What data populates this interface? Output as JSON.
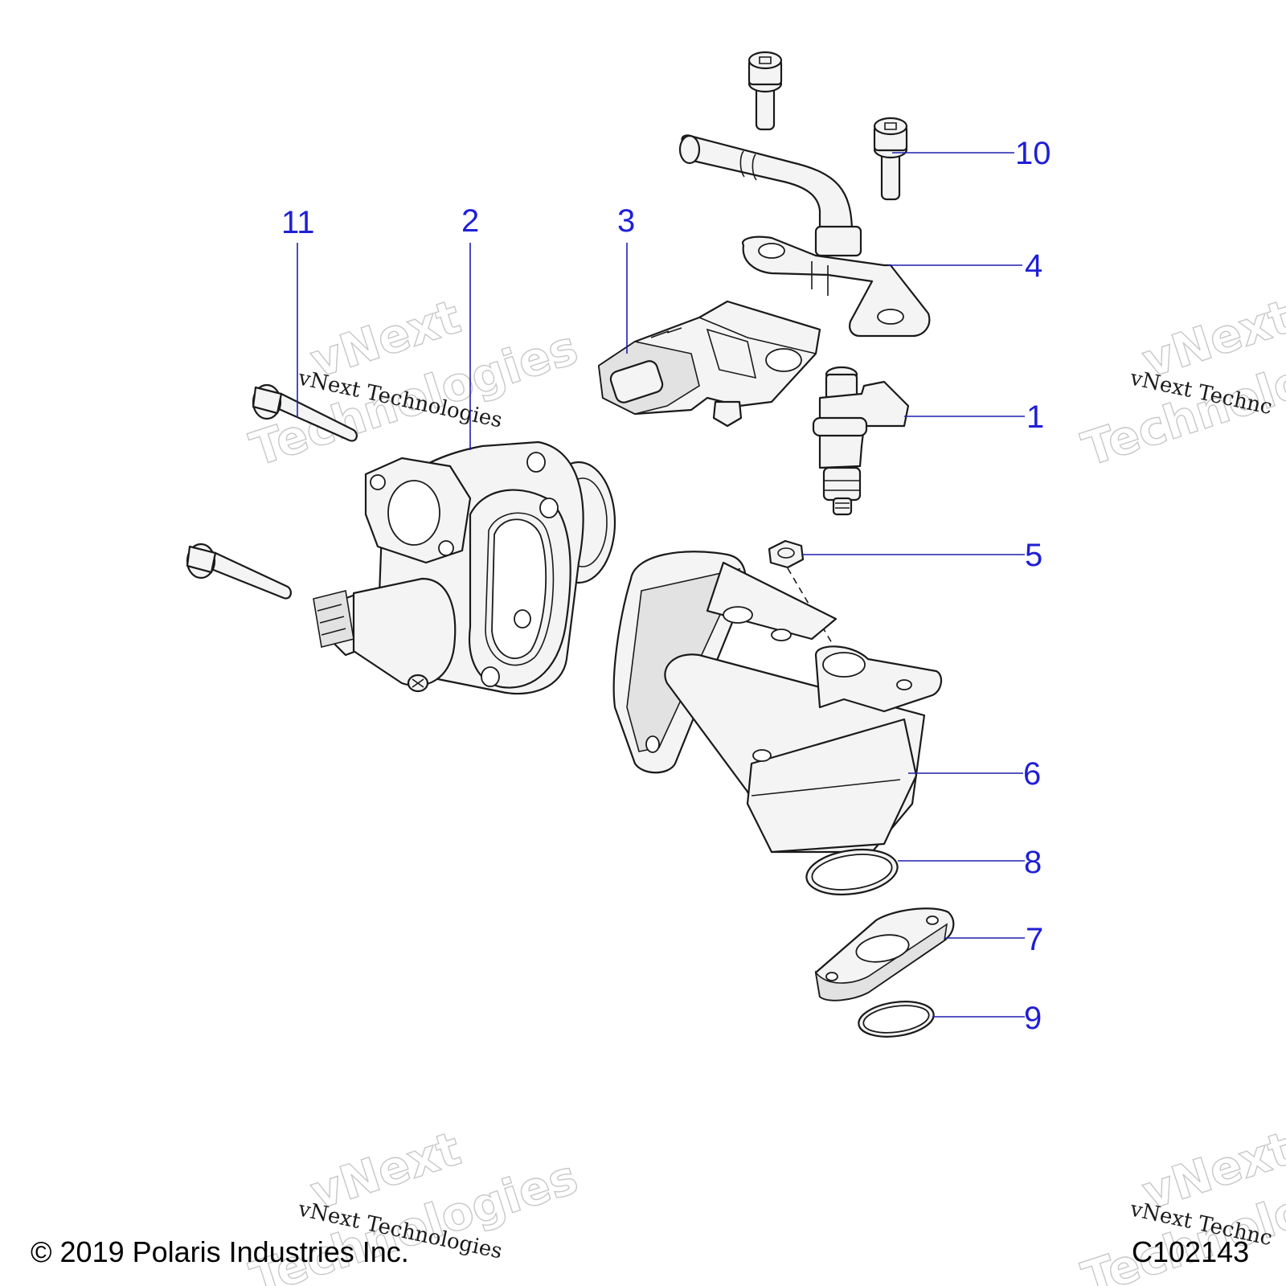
{
  "callouts": {
    "c1": "1",
    "c2": "2",
    "c3": "3",
    "c4": "4",
    "c5": "5",
    "c6": "6",
    "c7": "7",
    "c8": "8",
    "c9": "9",
    "c10": "10",
    "c11": "11"
  },
  "watermark": {
    "line1": "vNext",
    "line2": "Technologies",
    "serif": "vNext Technologies",
    "serif_clipped": "vNext Technc"
  },
  "footer": {
    "copyright": "© 2019 Polaris Industries Inc.",
    "code": "C102143"
  },
  "colors": {
    "callout": "#1f1fd6",
    "leader": "#1f1fb0",
    "line_art": "#1a1a1a",
    "watermark": "#c8c8c8"
  }
}
